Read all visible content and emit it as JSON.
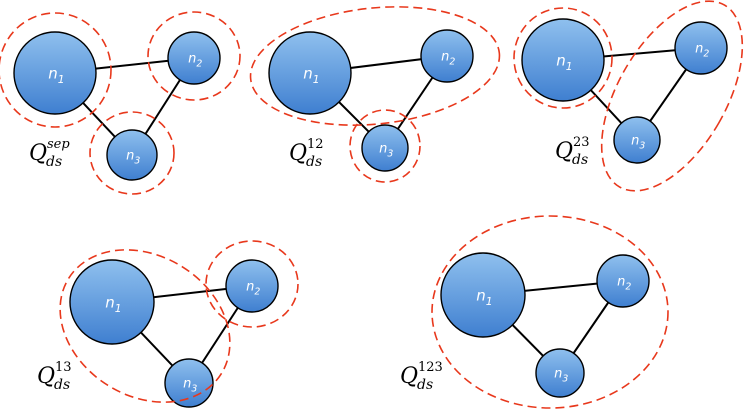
{
  "node_letter": "n",
  "q_letter": "Q",
  "q_subscript": "ds",
  "colors": {
    "node_fill_top": "#8fc0ee",
    "node_fill_bottom": "#3f7fd0",
    "node_stroke": "#000000",
    "edge": "#000000",
    "partition": "#e8381c"
  },
  "panels": [
    {
      "superscript": "sep",
      "groups": [
        [
          "1"
        ],
        [
          "2"
        ],
        [
          "3"
        ]
      ]
    },
    {
      "superscript": "12",
      "groups": [
        [
          "1",
          "2"
        ],
        [
          "3"
        ]
      ]
    },
    {
      "superscript": "23",
      "groups": [
        [
          "1"
        ],
        [
          "2",
          "3"
        ]
      ]
    },
    {
      "superscript": "13",
      "groups": [
        [
          "1",
          "3"
        ],
        [
          "2"
        ]
      ]
    },
    {
      "superscript": "123",
      "groups": [
        [
          "1",
          "2",
          "3"
        ]
      ]
    }
  ],
  "edges": [
    [
      "1",
      "2"
    ],
    [
      "1",
      "3"
    ],
    [
      "2",
      "3"
    ]
  ]
}
